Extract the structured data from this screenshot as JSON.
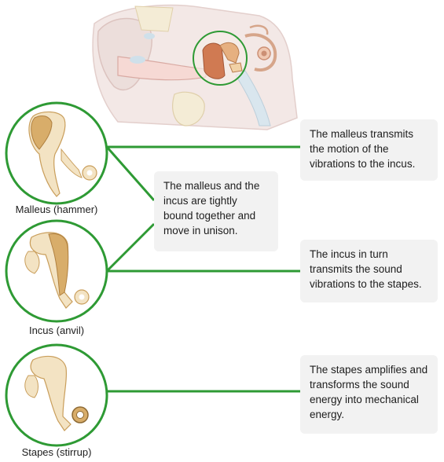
{
  "ossicles": [
    {
      "label": "Malleus (hammer)",
      "description": "The malleus transmits the motion of the vibrations to the incus.",
      "icon": "malleus-icon"
    },
    {
      "label": "Incus (anvil)",
      "description": "The incus in turn transmits the sound vibrations to the stapes.",
      "icon": "incus-icon"
    },
    {
      "label": "Stapes (stirrup)",
      "description": "The stapes amplifies and transforms the sound energy into mechanical energy.",
      "icon": "stapes-icon"
    }
  ],
  "link_note": "The malleus and the incus are tightly bound together and move in unison.",
  "illustration": "ear-cross-section-illustration",
  "colors": {
    "connector": "#2e9a34",
    "box": "#f2f2f2",
    "bone": "#f3e3c3",
    "bone_highlight": "#d8ad6a"
  }
}
